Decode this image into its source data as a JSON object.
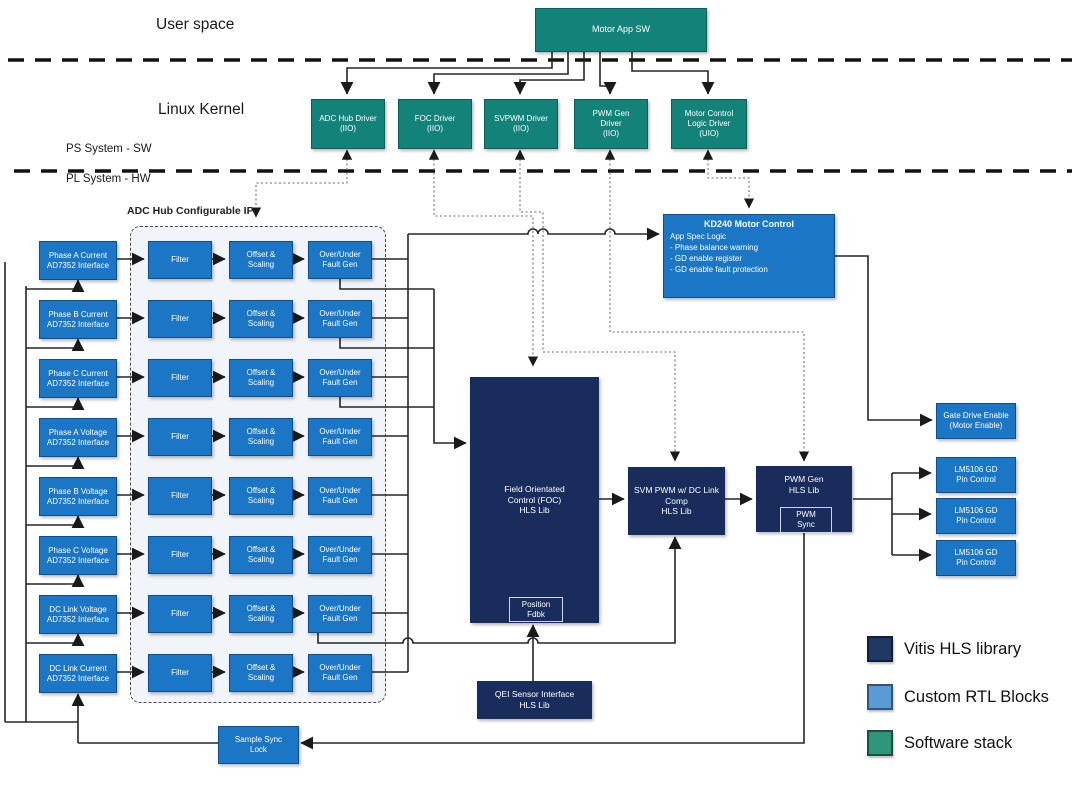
{
  "page": {
    "user_space": "User space",
    "linux_kernel": "Linux Kernel",
    "ps_system": "PS System - SW",
    "pl_system": "PL System - HW"
  },
  "motor_app_label": "Motor App SW",
  "drivers": [
    "ADC Hub Driver\n(IIO)",
    "FOC Driver\n(IIO)",
    "SVPWM Driver\n(IIO)",
    "PWM Gen\nDriver\n(IIO)",
    "Motor Control\nLogic Driver\n(UIO)"
  ],
  "adc_hub": {
    "title": "ADC Hub Configurable IP",
    "rows": [
      {
        "source": "Phase A Current\nAD7352 Interface",
        "filter": "Filter",
        "offset": "Offset &\nScaling",
        "fault": "Over/Under\nFault Gen"
      },
      {
        "source": "Phase B Current\nAD7352 Interface",
        "filter": "Filter",
        "offset": "Offset &\nScaling",
        "fault": "Over/Under\nFault Gen"
      },
      {
        "source": "Phase C Current\nAD7352 Interface",
        "filter": "Filter",
        "offset": "Offset &\nScaling",
        "fault": "Over/Under\nFault Gen"
      },
      {
        "source": "Phase A Voltage\nAD7352 Interface",
        "filter": "Filter",
        "offset": "Offset &\nScaling",
        "fault": "Over/Under\nFault Gen"
      },
      {
        "source": "Phase B Voltage\nAD7352 Interface",
        "filter": "Filter",
        "offset": "Offset &\nScaling",
        "fault": "Over/Under\nFault Gen"
      },
      {
        "source": "Phase C Voltage\nAD7352 Interface",
        "filter": "Filter",
        "offset": "Offset &\nScaling",
        "fault": "Over/Under\nFault Gen"
      },
      {
        "source": "DC Link Voltage\nAD7352 Interface",
        "filter": "Filter",
        "offset": "Offset &\nScaling",
        "fault": "Over/Under\nFault Gen"
      },
      {
        "source": "DC Link Current\nAD7352 Interface",
        "filter": "Filter",
        "offset": "Offset &\nScaling",
        "fault": "Over/Under\nFault Gen"
      }
    ]
  },
  "kd240": {
    "title": "KD240 Motor Control",
    "body": "App Spec Logic\n- Phase balance warning\n- GD enable register\n- GD enable fault protection"
  },
  "foc": {
    "label": "Field Orientated\nControl (FOC)\nHLS Lib",
    "position_fdbk": "Position\nFdbk"
  },
  "svm_pwm": {
    "label": "SVM PWM w/ DC Link\nComp\nHLS Lib"
  },
  "pwm_gen": {
    "label": "PWM Gen\nHLS Lib",
    "pwm_sync": "PWM\nSync"
  },
  "gate_drive": {
    "label": "Gate Drive Enable\n(Motor Enable)"
  },
  "lm5106": [
    "LM5106 GD\nPin Control",
    "LM5106 GD\nPin Control",
    "LM5106 GD\nPin Control"
  ],
  "qei": {
    "label": "QEI Sensor Interface\nHLS Lib"
  },
  "sample_sync": {
    "label": "Sample Sync\nLock"
  },
  "legend": [
    {
      "label": "Vitis HLS library",
      "color": "#1F3864"
    },
    {
      "label": "Custom RTL Blocks",
      "color": "#5B9BD5"
    },
    {
      "label": "Software stack",
      "color": "#2E9678"
    }
  ],
  "colors": {
    "custom_rtl_blue": "#1B76C6",
    "software_teal": "#13837A",
    "hls_navy": "#182D5B"
  }
}
